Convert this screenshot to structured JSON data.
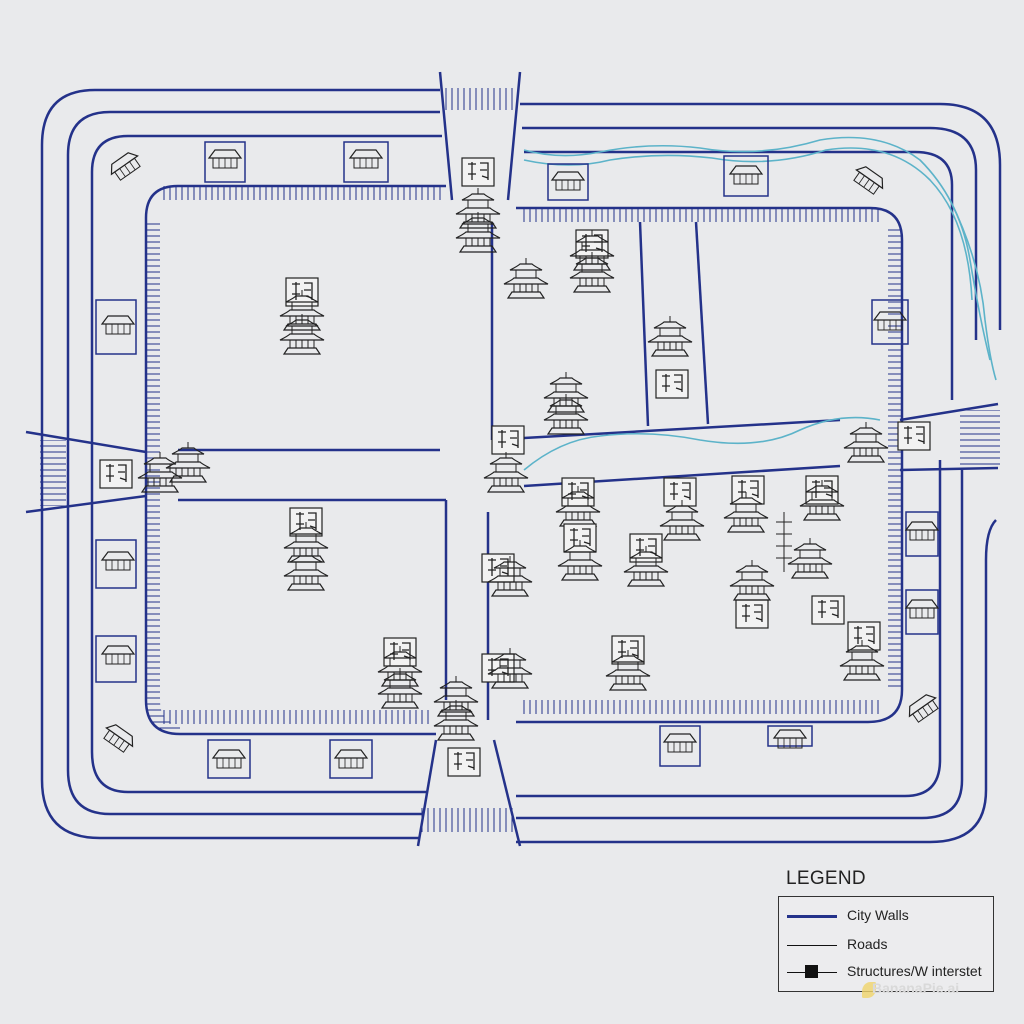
{
  "legend": {
    "title": "LEGEND",
    "items": [
      {
        "label": "City Walls",
        "symbol": "thick-line"
      },
      {
        "label": "Roads",
        "symbol": "thin-line"
      },
      {
        "label": "Structures/W interstet",
        "symbol": "square-marker"
      }
    ]
  },
  "watermark": "BananaPie.ai",
  "colors": {
    "wall": "#24328a",
    "road": "#1a1a1a",
    "river": "#5cb3c9",
    "background": "#e9eaec"
  }
}
